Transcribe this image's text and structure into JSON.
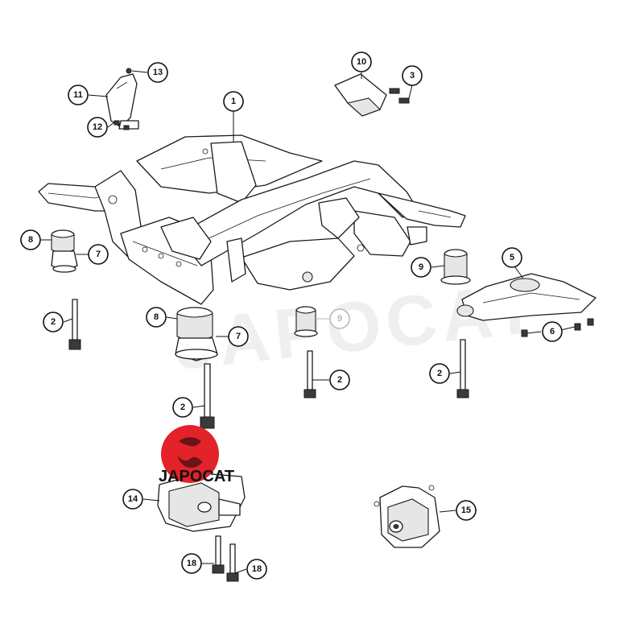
{
  "brand": {
    "name": "JAPOCAT"
  },
  "callouts": [
    {
      "id": "c1",
      "label": "1"
    },
    {
      "id": "c2a",
      "label": "2"
    },
    {
      "id": "c2b",
      "label": "2"
    },
    {
      "id": "c2c",
      "label": "2"
    },
    {
      "id": "c2d",
      "label": "2"
    },
    {
      "id": "c3",
      "label": "3"
    },
    {
      "id": "c5",
      "label": "5"
    },
    {
      "id": "c6",
      "label": "6"
    },
    {
      "id": "c7a",
      "label": "7"
    },
    {
      "id": "c7b",
      "label": "7"
    },
    {
      "id": "c8a",
      "label": "8"
    },
    {
      "id": "c8b",
      "label": "8"
    },
    {
      "id": "c9a",
      "label": "9"
    },
    {
      "id": "c9b",
      "label": "9"
    },
    {
      "id": "c10",
      "label": "10"
    },
    {
      "id": "c11",
      "label": "11"
    },
    {
      "id": "c12",
      "label": "12"
    },
    {
      "id": "c13",
      "label": "13"
    },
    {
      "id": "c14",
      "label": "14"
    },
    {
      "id": "c15",
      "label": "15"
    },
    {
      "id": "c18a",
      "label": "18"
    },
    {
      "id": "c18b",
      "label": "18"
    }
  ],
  "colors": {
    "logo_red": "#e3222a",
    "line": "#1a1a1a"
  }
}
